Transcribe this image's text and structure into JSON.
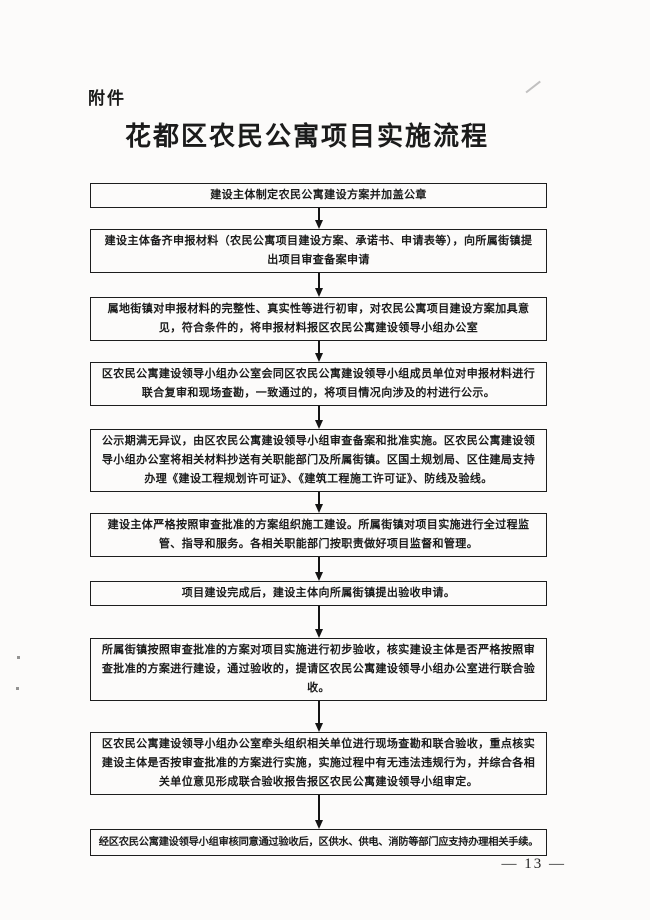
{
  "document": {
    "attachment_label": "附件",
    "title": "花都区农民公寓项目实施流程",
    "page_number": "— 13 —"
  },
  "flowchart": {
    "steps": [
      "建设主体制定农民公寓建设方案并加盖公章",
      "建设主体备齐申报材料（农民公寓项目建设方案、承诺书、申请表等），向所属街镇提出项目审查备案申请",
      "属地街镇对申报材料的完整性、真实性等进行初审，对农民公寓项目建设方案加具意见，符合条件的，将申报材料报区农民公寓建设领导小组办公室",
      "区农民公寓建设领导小组办公室会同区农民公寓建设领导小组成员单位对申报材料进行联合复审和现场查勘，一致通过的，将项目情况向涉及的村进行公示。",
      "公示期满无异议，由区农民公寓建设领导小组审查备案和批准实施。区农民公寓建设领导小组办公室将相关材料抄送有关职能部门及所属街镇。区国土规划局、区住建局支持办理《建设工程规划许可证》、《建筑工程施工许可证》、防线及验线。",
      "建设主体严格按照审查批准的方案组织施工建设。所属街镇对项目实施进行全过程监管、指导和服务。各相关职能部门按职责做好项目监督和管理。",
      "项目建设完成后，建设主体向所属街镇提出验收申请。",
      "所属街镇按照审查批准的方案对项目实施进行初步验收，核实建设主体是否严格按照审查批准的方案进行建设，通过验收的，提请区农民公寓建设领导小组办公室进行联合验收。",
      "区农民公寓建设领导小组办公室牵头组织相关单位进行现场查勘和联合验收，重点核实建设主体是否按审查批准的方案进行实施，实施过程中有无违法违规行为，并综合各相关单位意见形成联合验收报告报区农民公寓建设领导小组审定。",
      "经区农民公寓建设领导小组审核同意通过验收后，区供水、供电、消防等部门应支持办理相关手续。"
    ],
    "connector_icon": "down-arrow"
  },
  "colors": {
    "ink": "#1b1b1b",
    "paper": "#fcfbfa"
  }
}
